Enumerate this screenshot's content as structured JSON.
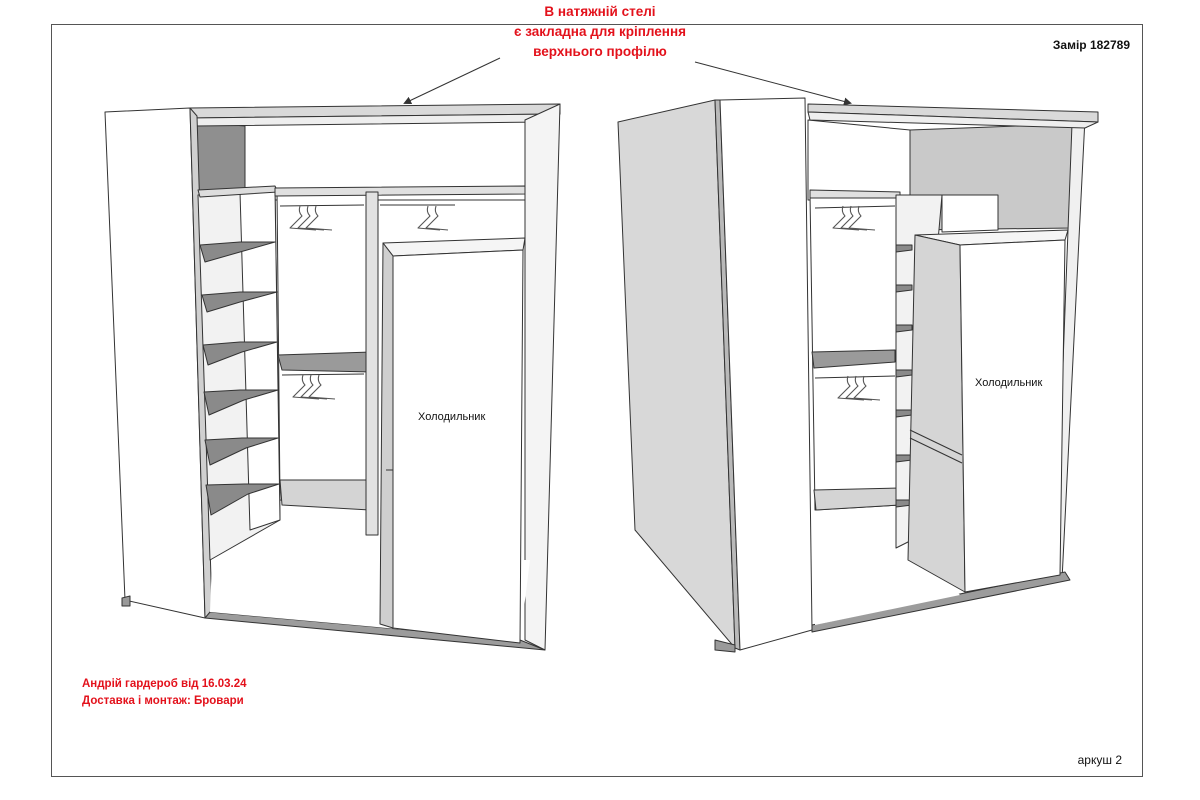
{
  "header": {
    "note_lines": [
      "В натяжній стелі",
      "є закладна для кріплення",
      "верхнього профілю"
    ],
    "measurement": "Замір 182789"
  },
  "labels": {
    "fridge_left": "Холодильник",
    "fridge_right": "Холодильник"
  },
  "order": {
    "line1": "Андрій гардероб від 16.03.24",
    "line2": "Доставка і монтаж: Бровари"
  },
  "footer": {
    "sheet": "аркуш 2"
  },
  "colors": {
    "accent": "#e3111b",
    "line": "#333333",
    "shade_dark": "#8f8f8f",
    "shade_mid": "#c9c9c9",
    "shade_light": "#e6e6e6"
  }
}
